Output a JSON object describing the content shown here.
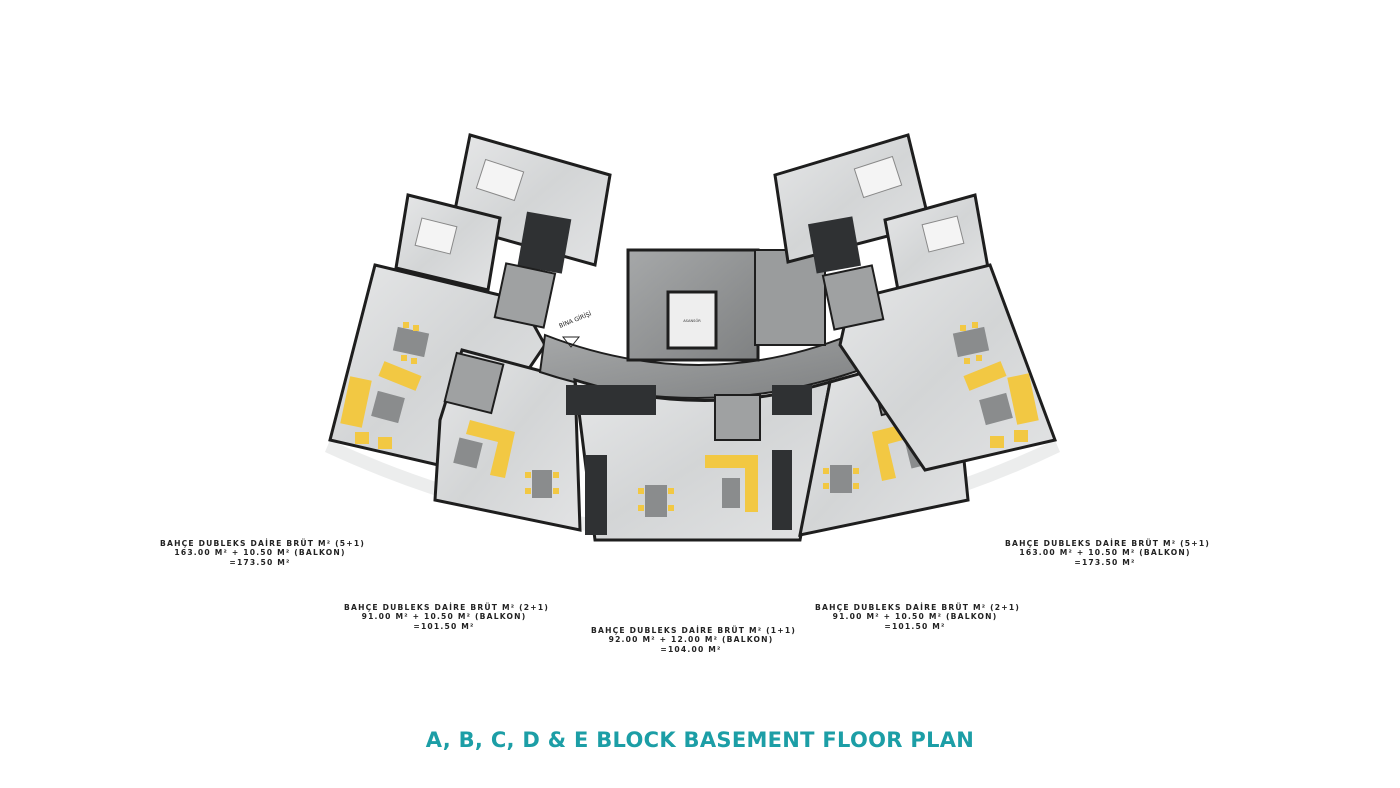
{
  "title": "A, B, C, D & E BLOCK BASEMENT FLOOR PLAN",
  "colors": {
    "title": "#1c9ea6",
    "floor": "#d8dadb",
    "wall": "#1e1e1e",
    "core": "#8e9091",
    "furniture_yellow": "#f2c843",
    "wet_area": "#2f3133",
    "label_text": "#222222"
  },
  "building_entry": "BİNA GİRİŞİ",
  "units": [
    {
      "lines": [
        "BAHÇE DUBLEKS DAİRE BRÜT M² (5+1)",
        "163.00 M² + 10.50 M² (BALKON)",
        "=173.50 M²"
      ]
    },
    {
      "lines": [
        "BAHÇE DUBLEKS DAİRE BRÜT M² (2+1)",
        "91.00 M² + 10.50 M² (BALKON)",
        "=101.50 M²"
      ]
    },
    {
      "lines": [
        "BAHÇE DUBLEKS DAİRE BRÜT M² (1+1)",
        "92.00 M² + 12.00 M² (BALKON)",
        "=104.00 M²"
      ]
    },
    {
      "lines": [
        "BAHÇE DUBLEKS DAİRE BRÜT M² (2+1)",
        "91.00 M² + 10.50 M² (BALKON)",
        "=101.50 M²"
      ]
    },
    {
      "lines": [
        "BAHÇE DUBLEKS DAİRE BRÜT M² (5+1)",
        "163.00 M² + 10.50 M² (BALKON)",
        "=173.50 M²"
      ]
    }
  ]
}
